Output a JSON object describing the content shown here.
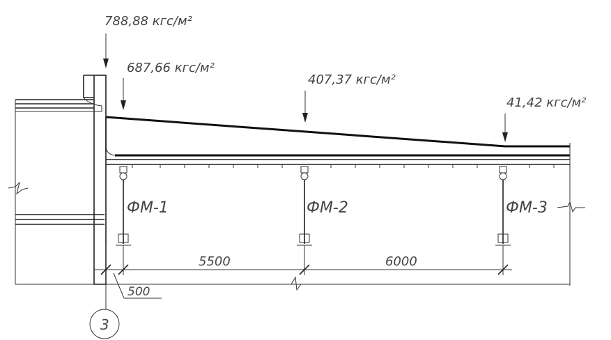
{
  "loads": {
    "load_1": "788,88 кгс/м²",
    "load_2": "687,66 кгс/м²",
    "load_3": "407,37 кгс/м²",
    "load_4": "41,42 кгс/м²"
  },
  "frames": {
    "fm1": "ФМ-1",
    "fm2": "ФМ-2",
    "fm3": "ФМ-3"
  },
  "dimensions": {
    "span_1": "5500",
    "span_2": "6000",
    "offset": "500"
  },
  "axis_marker": "3"
}
